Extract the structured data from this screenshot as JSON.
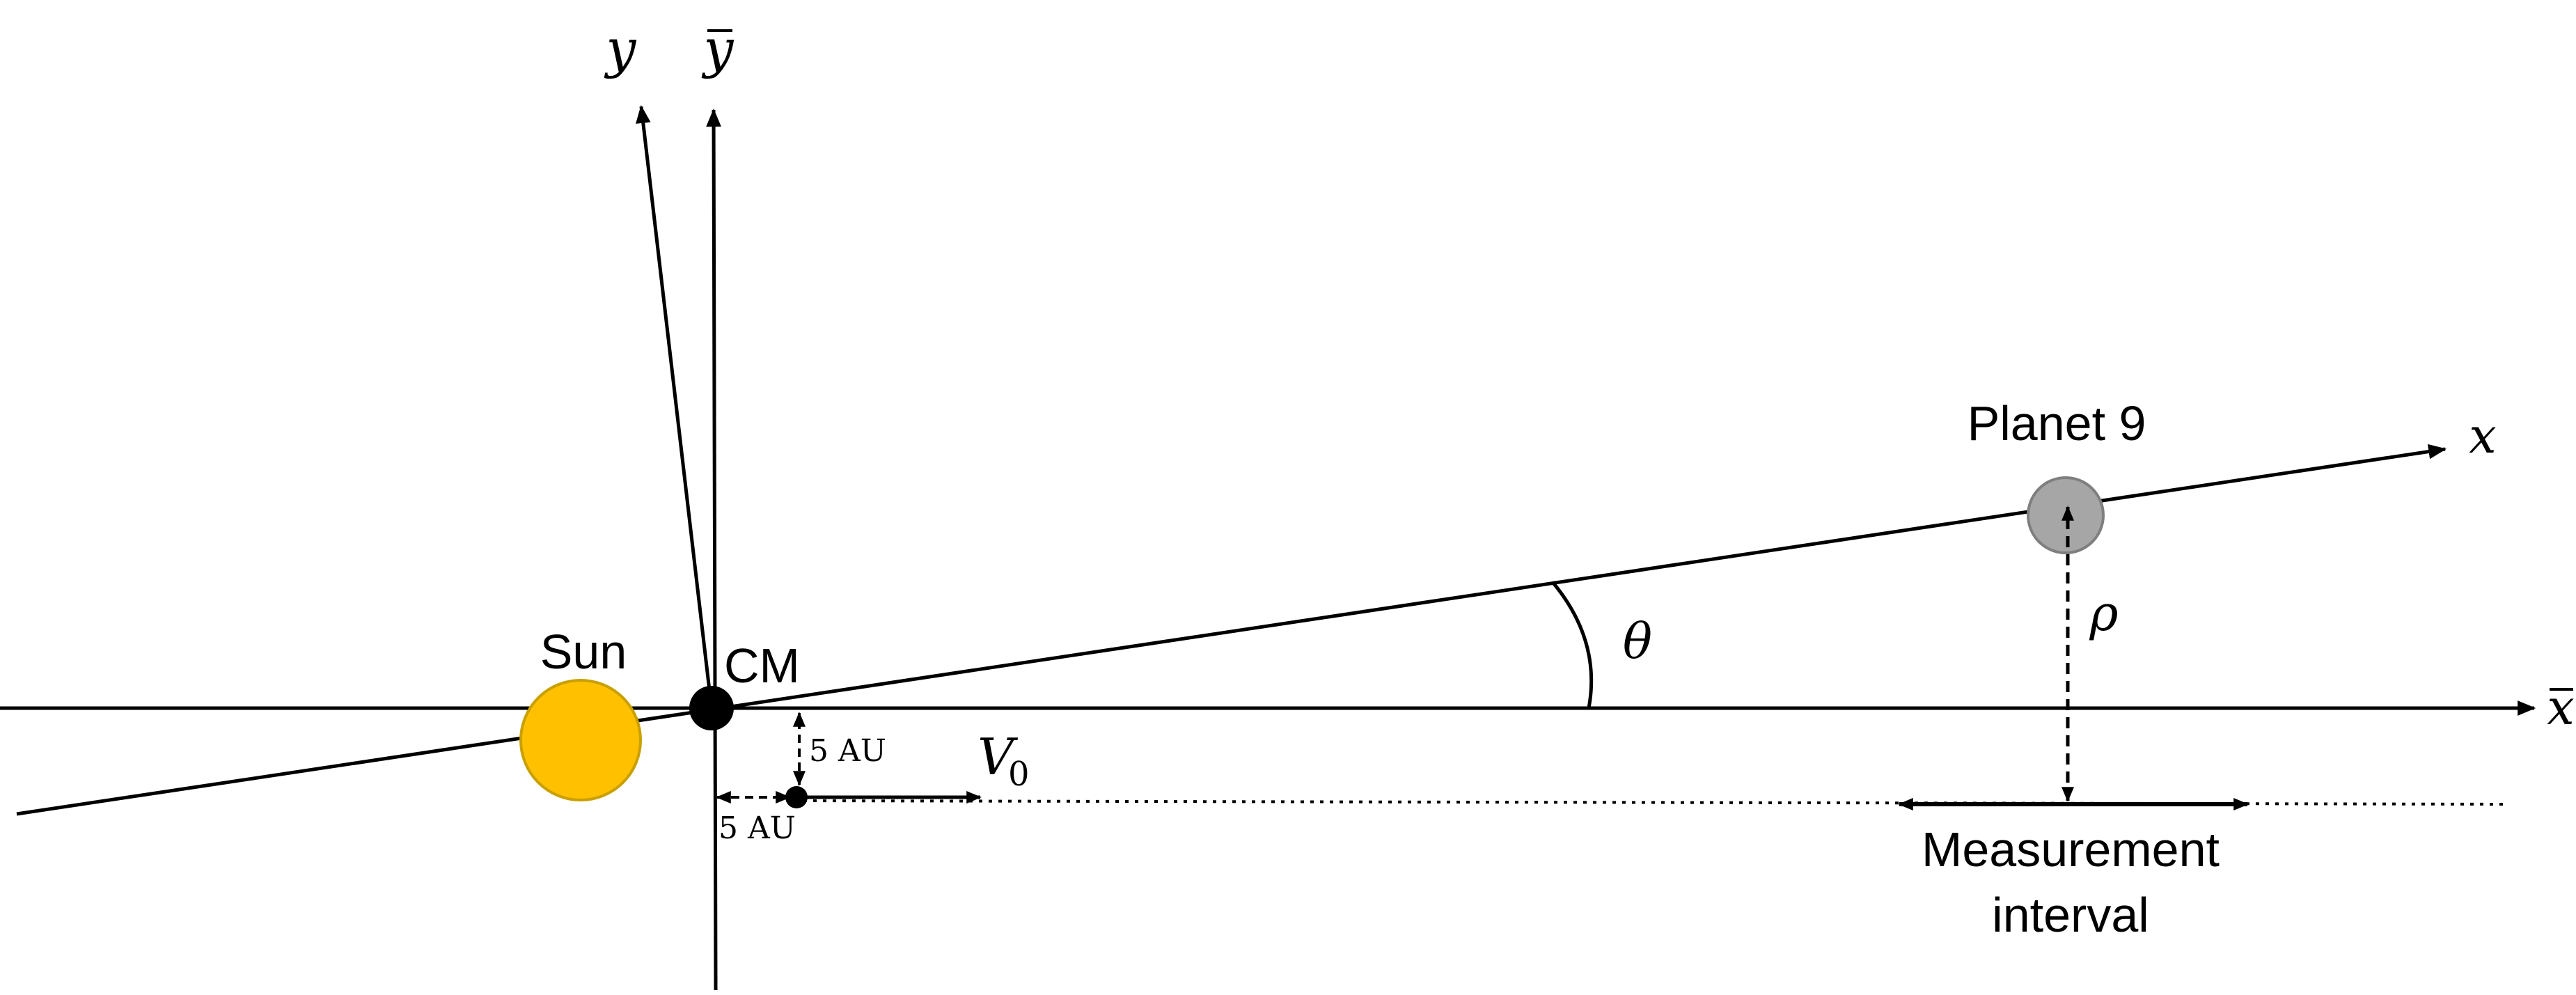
{
  "labels": {
    "y_axis": "y",
    "ybar_axis": "y",
    "x_axis": "x",
    "xbar_axis": "x",
    "sun": "Sun",
    "cm": "CM",
    "planet": "Planet 9",
    "theta": "θ",
    "rho": "ρ",
    "v0_main": "V",
    "v0_sub": "0",
    "offset_vertical": "5 AU",
    "offset_horizontal": "5 AU",
    "measurement_line1": "Measurement",
    "measurement_line2": "interval"
  },
  "colors": {
    "sun": "#FFC000",
    "sun_stroke": "#C9A000",
    "planet": "#A6A6A6",
    "planet_stroke": "#7F7F7F",
    "ink": "#000000"
  }
}
